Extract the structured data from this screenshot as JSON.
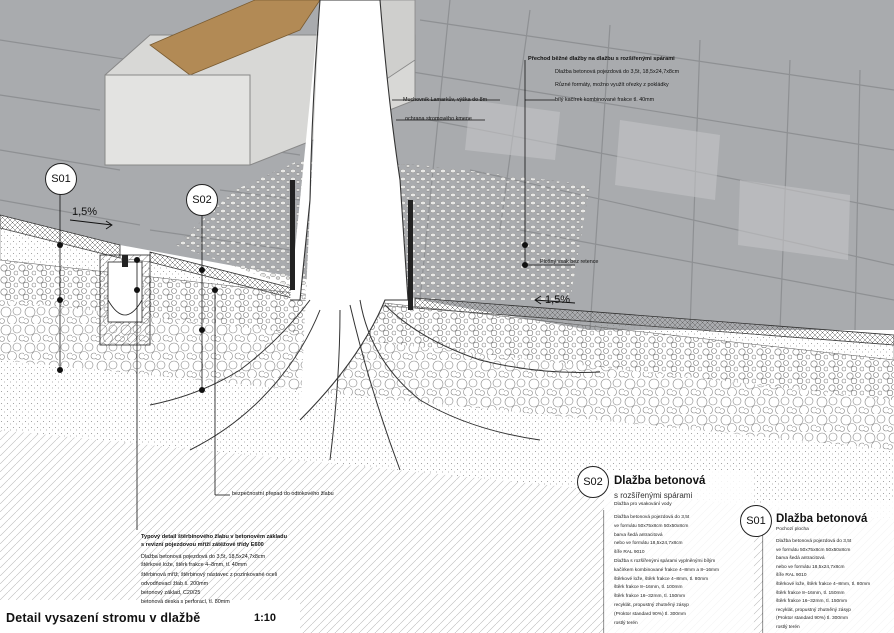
{
  "title": "Detail vysazení stromu v dlažbě",
  "scale": "1:10",
  "markers": {
    "s01": "S01",
    "s02": "S02"
  },
  "slopes": {
    "left": "1,5%",
    "right": "1,5%"
  },
  "top_right_notes": {
    "heading": "Přechod běžné dlažby na dlažbu s rozšířenými spárami",
    "items": [
      "Dlažba betonová pojezdová do 3,5t, 18,5x24,7x8cm",
      "Různé formáty, možno využít ořezky z pokládky",
      "bílý kačírek kombinované frakce tl. 40mm"
    ]
  },
  "tree_notes": {
    "species": "Muchovník Lamarkův, výška do 8m",
    "protection": "ochrana stromového kmene"
  },
  "drain_note": "Plošný vsak bez retence",
  "barrier_note": "bezpečnostní přepad do odtokového žlabu",
  "gutter_notes": {
    "heading_1": "Typový detail štěrbinového žlabu v betonovém základu",
    "heading_2": "s revizní pojezdovou mříží zátěžové třídy E600",
    "items": [
      "Dlažba betonová pojezdová do 3,5t, 18,5x24,7x8cm",
      "štěrkové lože, štěrk frakce 4–8mm, tl. 40mm",
      "štěrbinová mříž, štěrbinový nástavec z pozinkované oceli",
      "odvodňovací žlab š. 200mm",
      "betonový základ, C20/25",
      "betonová deska s perforací, tl. 80mm"
    ]
  },
  "card_s02": {
    "label": "S02",
    "title": "Dlažba betonová",
    "subtitle": "s rozšířenými spárami",
    "subtitle2": "Dlažba pro vsakování vody",
    "items": [
      "Dlažba betonová pojezdová do 3,5t",
      "ve formátu 50x75x8cm 50x50x8cm",
      "barva šedá antracitová",
      "nebo ve formátu 18,5x24,7x8cm",
      "šíře RAL 9010",
      "Dlažba s rozšířenými spárami vyplněnými bílým",
      "kačírkem kombinované frakce 4–8mm a 8–16mm",
      "štěrkové lože, štěrk frakce 4–8mm, tl. 80mm",
      "štěrk frakce 8–16mm, tl. 100mm",
      "štěrk frakce 16–32mm, tl. 150mm",
      "recyklát, propustný zhutněný zásyp",
      "(Proktor standard 90%) tl. 300mm",
      "rostlý terén"
    ]
  },
  "card_s01": {
    "label": "S01",
    "title": "Dlažba betonová",
    "subtitle": "Pochozí plocha",
    "items": [
      "Dlažba betonová pojezdová do 3,5t",
      "ve formátu 50x75x8cm 50x50x8cm",
      "barva šedá antracitová",
      "nebo ve formátu 18,5x24,7x8cm",
      "šíře RAL 9010",
      "štěrkové lože, štěrk frakce 4–8mm, tl. 80mm",
      "štěrk frakce 8–16mm, tl. 150mm",
      "štěrk frakce 16–32mm, tl. 150mm",
      "recyklát, propustný zhutněný zásyp",
      "(Proktor standard 90%) tl. 300mm",
      "rostlý terén"
    ]
  },
  "colors": {
    "paving": "#a9abae",
    "paving_dark": "#8e9093",
    "paving_light": "#c4c5c7",
    "bench_wood": "#b28a55",
    "line": "#1a1a1a"
  }
}
